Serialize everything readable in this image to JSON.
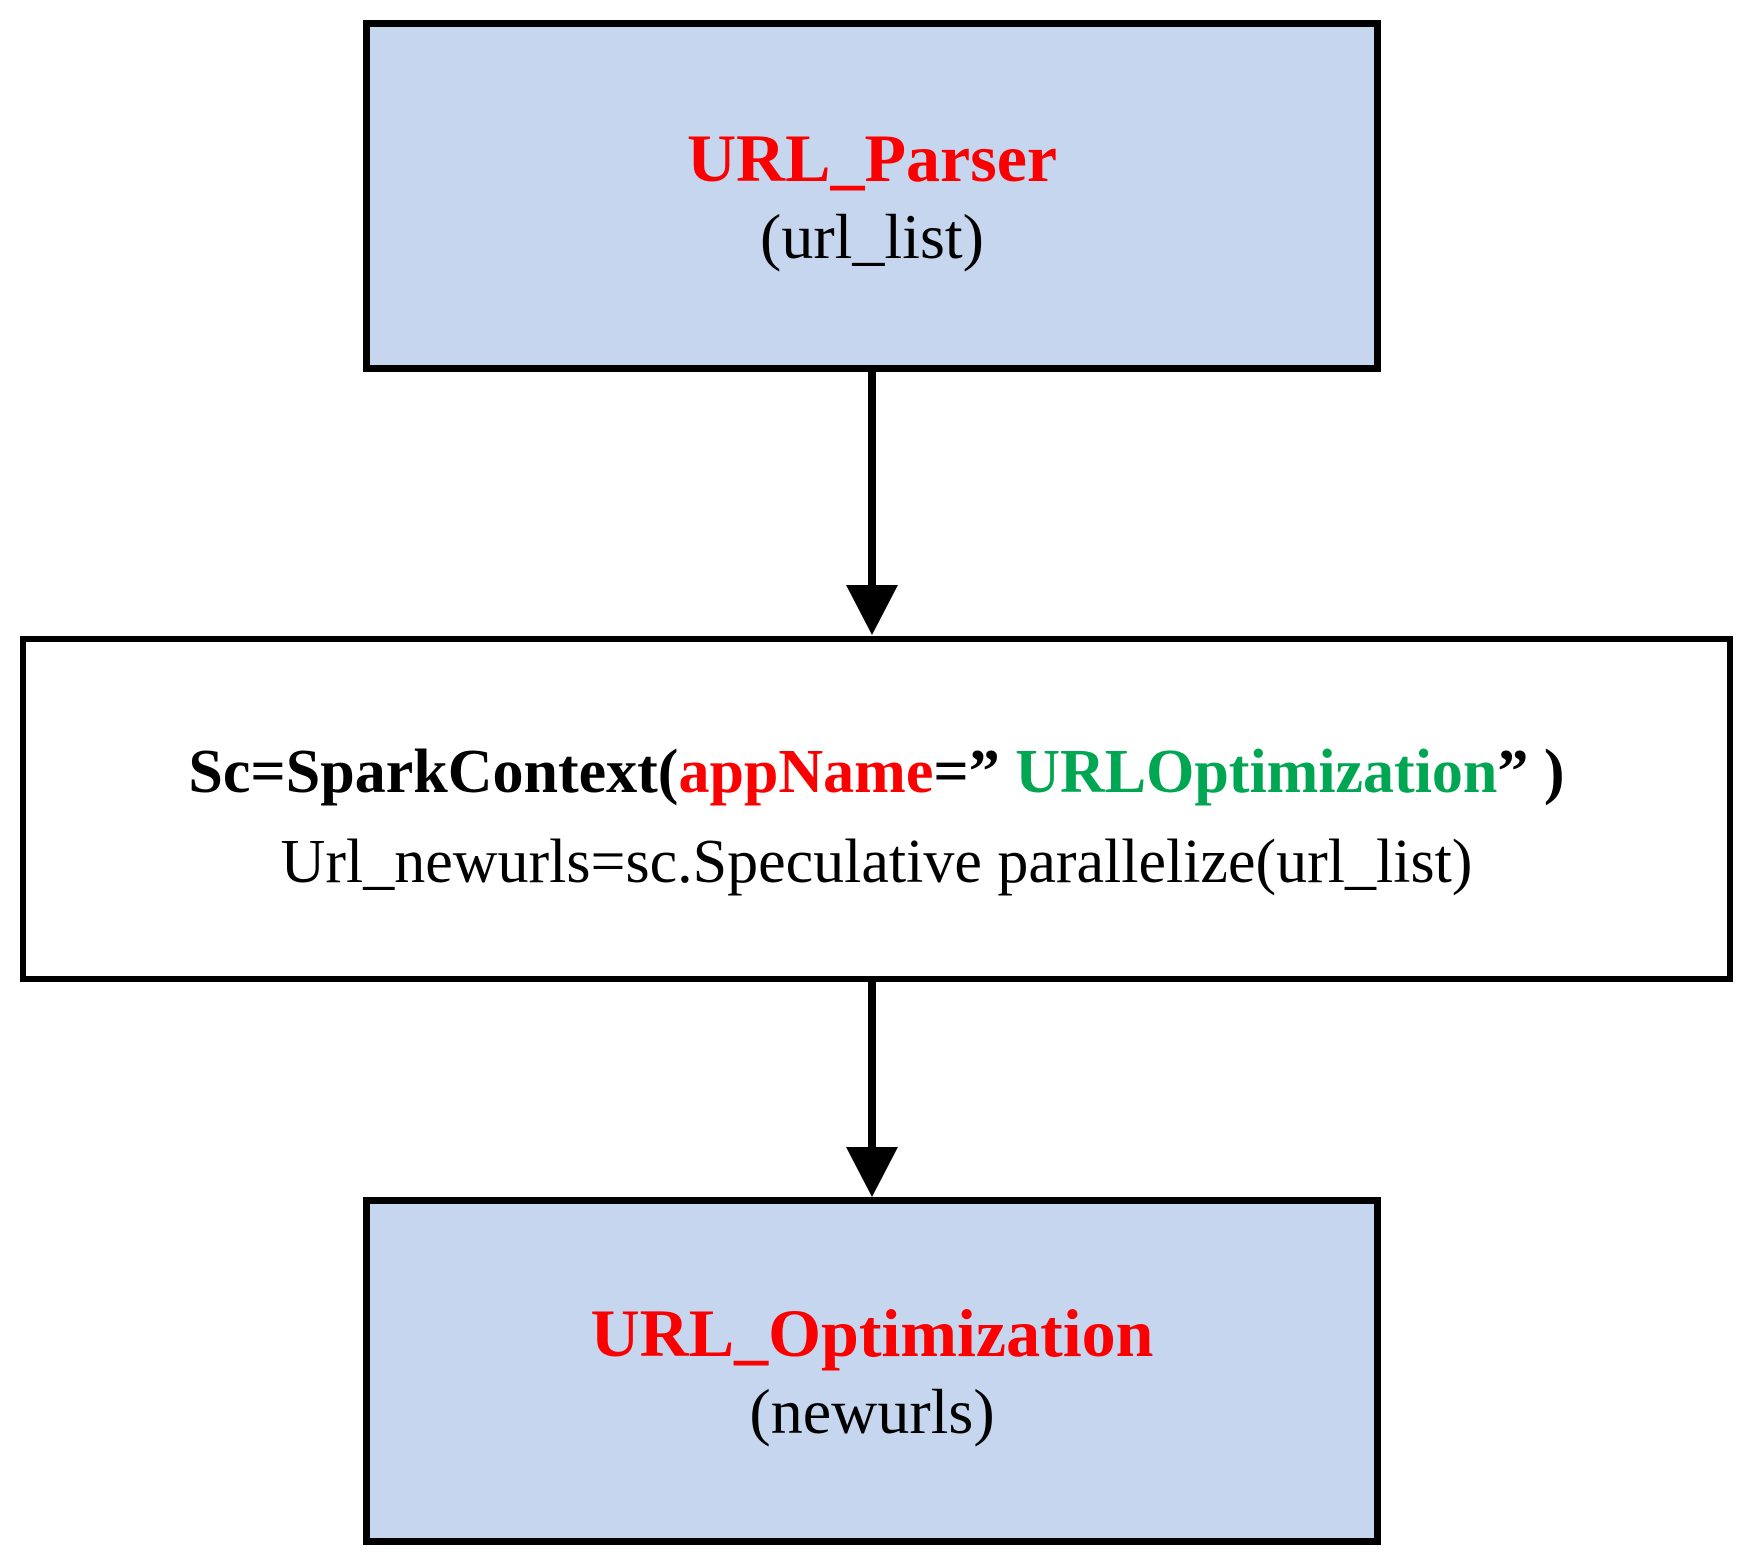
{
  "colors": {
    "box_fill": "#c6d6ee",
    "box_border": "#000000",
    "red": "#fb0000",
    "green": "#00a651",
    "black": "#000000",
    "background": "#ffffff"
  },
  "flowchart": {
    "top_box": {
      "title": "URL_Parser",
      "subtitle": "(url_list)"
    },
    "middle_box": {
      "line1_segments": [
        {
          "text": "Sc=SparkContext(",
          "color": "black"
        },
        {
          "text": "appName",
          "color": "red"
        },
        {
          "text": "=",
          "color": "black"
        },
        {
          "text": "”",
          "color": "black"
        },
        {
          "text": " URLOptimization",
          "color": "green"
        },
        {
          "text": "”",
          "color": "black"
        },
        {
          "text": " )",
          "color": "black"
        }
      ],
      "line2": "Url_newurls=sc.Speculative parallelize(url_list)"
    },
    "bottom_box": {
      "title": "URL_Optimization",
      "subtitle": "(newurls)"
    }
  }
}
